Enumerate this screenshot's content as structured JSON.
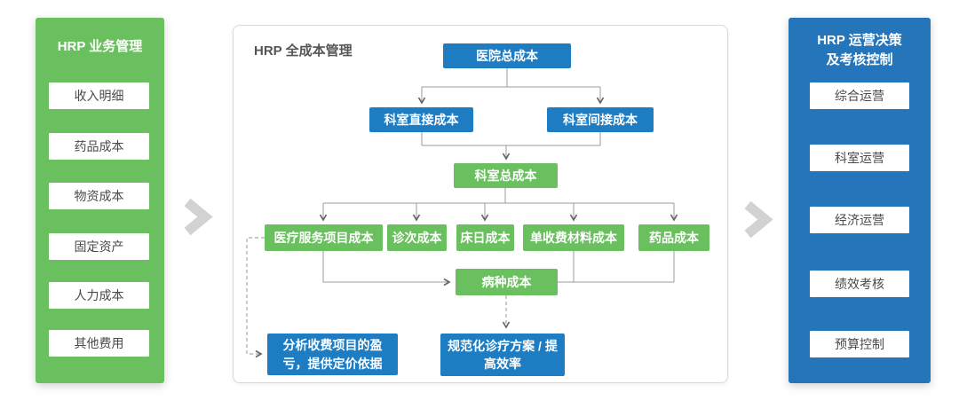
{
  "left_panel": {
    "title": "HRP 业务管理",
    "items": [
      "收入明细",
      "药品成本",
      "物资成本",
      "固定资产",
      "人力成本",
      "其他费用"
    ]
  },
  "center_panel": {
    "title": "HRP 全成本管理",
    "nodes": {
      "hospital_total_cost": "医院总成本",
      "dept_direct_cost": "科室直接成本",
      "dept_indirect_cost": "科室间接成本",
      "dept_total_cost": "科室总成本",
      "medical_service_item_cost": "医疗服务项目成本",
      "visit_cost": "诊次成本",
      "bed_day_cost": "床日成本",
      "single_charge_material_cost": "单收费材料成本",
      "drug_cost": "药品成本",
      "disease_type_cost": "病种成本",
      "pricing_analysis": "分析收费项目的盈亏，提供定价依据",
      "standardized_plan": "规范化诊疗方案 / 提高效率"
    }
  },
  "right_panel": {
    "title_line1": "HRP 运营决策",
    "title_line2": "及考核控制",
    "items": [
      "综合运营",
      "科室运营",
      "经济运营",
      "绩效考核",
      "预算控制"
    ]
  },
  "colors": {
    "panel_green": "#6abf5f",
    "panel_blue": "#2575bb",
    "node_blue": "#1e7dc2",
    "node_green": "#6abf5f",
    "line_gray": "#9b9b9b",
    "arrow_gray": "#666666",
    "chevron_gray": "#d2d2d2"
  }
}
